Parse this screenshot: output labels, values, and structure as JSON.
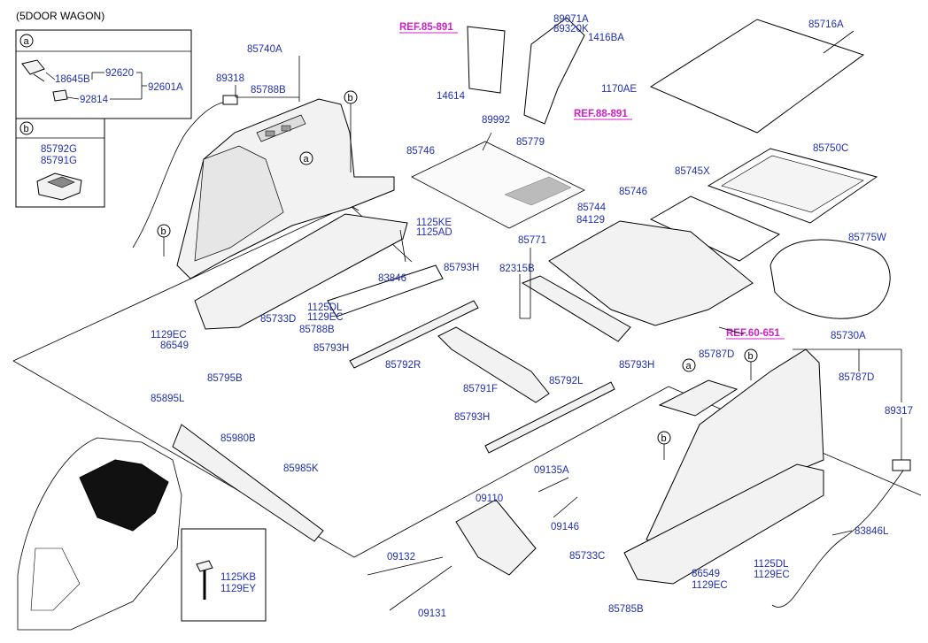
{
  "title": "(5DOOR WAGON)",
  "inset_a": {
    "label": "a",
    "parts": [
      "18645B",
      "92620",
      "92601A",
      "92814"
    ]
  },
  "inset_b": {
    "label": "b",
    "parts": [
      "85792G",
      "85791G"
    ]
  },
  "inset_bolt": {
    "parts": [
      "1125KB",
      "1129EY"
    ]
  },
  "refs": [
    "REF.85-891",
    "REF.88-891",
    "REF.60-651"
  ],
  "callouts": [
    "a",
    "b"
  ],
  "part_numbers": [
    "89071A",
    "89320K",
    "1416BA",
    "1170AE",
    "14614",
    "89992",
    "85716A",
    "85740A",
    "89318",
    "85788B",
    "85746",
    "85779",
    "1125KE",
    "1125AD",
    "85733D",
    "83846",
    "1125DL",
    "1129EC",
    "1129EC",
    "86549",
    "85795B",
    "85793H",
    "85792R",
    "85791F",
    "85792L",
    "85771",
    "82315B",
    "85744",
    "84129",
    "85745X",
    "85750C",
    "85775W",
    "85730A",
    "85787D",
    "89317",
    "85895L",
    "85980B",
    "85985K",
    "09135A",
    "09110",
    "09146",
    "09132",
    "09131",
    "85733C",
    "86549",
    "1129EC",
    "85785B",
    "83846L",
    "1125DL",
    "1129EC"
  ]
}
